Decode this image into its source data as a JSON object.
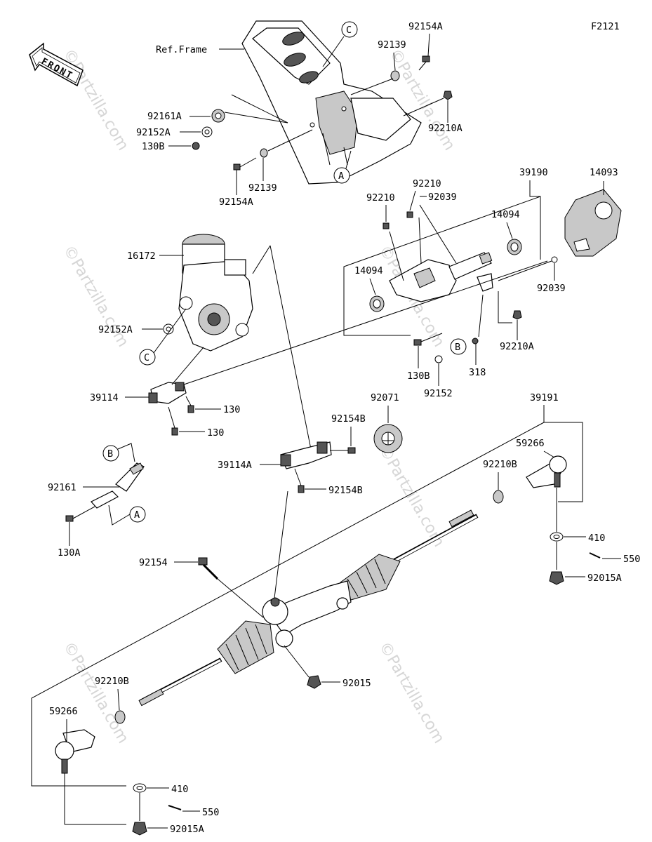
{
  "figure_code": "F2121",
  "front_label": "FRONT",
  "ref_frame": "Ref.Frame",
  "watermark": "©Partzilla.com",
  "callouts": {
    "a": "A",
    "b": "B",
    "c": "C"
  },
  "parts": {
    "p92154A_top": "92154A",
    "p92139_top": "92139",
    "p92210A_top": "92210A",
    "p92161A": "92161A",
    "p92152A_top": "92152A",
    "p130B_top": "130B",
    "p92139_bot": "92139",
    "p92154A_bot": "92154A",
    "p39190": "39190",
    "p14093": "14093",
    "p92210_a": "92210",
    "p92210_b": "92210",
    "p92039_a": "92039",
    "p14094_r": "14094",
    "p14094_l": "14094",
    "p92039_b": "92039",
    "p92210A_mid": "92210A",
    "p130B_mid": "130B",
    "p318": "318",
    "p92152": "92152",
    "p16172": "16172",
    "p92152A_mid": "92152A",
    "p39114": "39114",
    "p130_a": "130",
    "p130_b": "130",
    "p92071": "92071",
    "p92154B_a": "92154B",
    "p39114A": "39114A",
    "p92154B_b": "92154B",
    "p39191": "39191",
    "p59266_r": "59266",
    "p92210B_r": "92210B",
    "p92161": "92161",
    "p130A": "130A",
    "p410_r": "410",
    "p550_r": "550",
    "p92015A_r": "92015A",
    "p92154": "92154",
    "p92015": "92015",
    "p92210B_l": "92210B",
    "p59266_l": "59266",
    "p410_l": "410",
    "p550_l": "550",
    "p92015A_l": "92015A"
  }
}
